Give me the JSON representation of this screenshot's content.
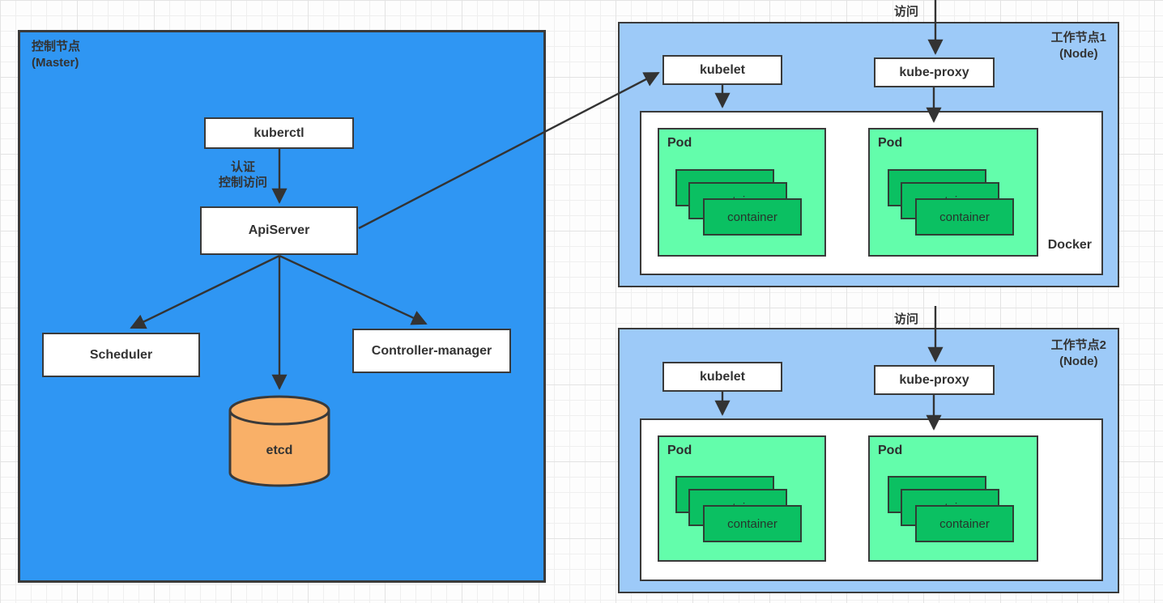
{
  "master": {
    "title1": "控制节点",
    "title2": "(Master)",
    "kuberctl": "kuberctl",
    "auth1": "认证",
    "auth2": "控制访问",
    "apiserver": "ApiServer",
    "scheduler": "Scheduler",
    "controller_manager": "Controller-manager",
    "etcd": "etcd"
  },
  "node1": {
    "title1": "工作节点1",
    "title2": "(Node)",
    "visit": "访问",
    "kubelet": "kubelet",
    "kube_proxy": "kube-proxy",
    "docker": "Docker",
    "pods": [
      {
        "label": "Pod",
        "containers": [
          "container",
          "container",
          "container"
        ]
      },
      {
        "label": "Pod",
        "containers": [
          "container",
          "container",
          "container"
        ]
      }
    ]
  },
  "node2": {
    "title1": "工作节点2",
    "title2": "(Node)",
    "visit": "访问",
    "kubelet": "kubelet",
    "kube_proxy": "kube-proxy",
    "pods": [
      {
        "label": "Pod",
        "containers": [
          "container",
          "container",
          "container"
        ]
      },
      {
        "label": "Pod",
        "containers": [
          "container",
          "container",
          "container"
        ]
      }
    ]
  },
  "colors": {
    "master_fill": "#2f96f3",
    "node_fill": "#9dcaf8",
    "pod_fill": "#63fdab",
    "container_fill": "#0bc062",
    "etcd_fill": "#f9b068",
    "border": "#3a3a3a",
    "arrow": "#333333"
  }
}
